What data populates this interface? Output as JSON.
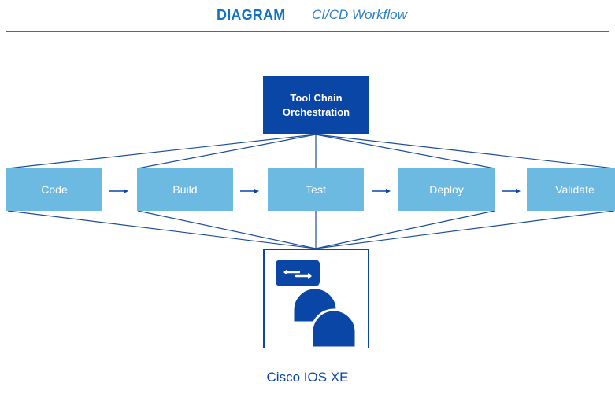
{
  "header": {
    "label": "DIAGRAM",
    "title": "CI/CD Workflow"
  },
  "orchestrator": {
    "line1": "Tool Chain",
    "line2": "Orchestration"
  },
  "stages": [
    "Code",
    "Build",
    "Test",
    "Deploy",
    "Validate"
  ],
  "device": {
    "label": "Cisco IOS XE",
    "icon": "router-stack-icon"
  },
  "colors": {
    "primary": "#0a46a6",
    "accent": "#1b78c4",
    "stage_fill": "#6cbae2",
    "line": "#1a4f9c"
  }
}
